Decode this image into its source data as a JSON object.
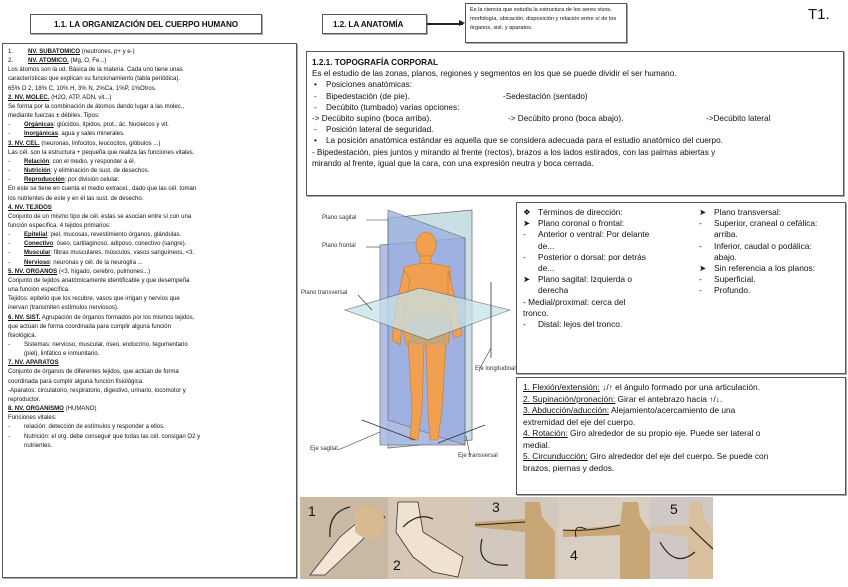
{
  "page_label": "T1.",
  "section_11": {
    "title": "1.1. LA ORGANIZACIÓN DEL CUERPO HUMANO",
    "lines": [
      {
        "type": "num",
        "num": "1.",
        "head": "NV. SUBATÓMICO",
        "rest": " (neutrones, p+ y e-)"
      },
      {
        "type": "num",
        "num": "2.",
        "head": "NV. ATÓMICO.",
        "rest": " (Mg, O, Fe...)"
      },
      {
        "type": "text",
        "text": "Los átomos son la ud. Básica de la materia. Cada uno tiene unas"
      },
      {
        "type": "text",
        "text": "características que explican su funcionamiento (tabla periódica)."
      },
      {
        "type": "text",
        "text": "65% O 2, 18% C, 10% H, 3% N, 2%Ca, 1%P, 1%Otros."
      },
      {
        "type": "head",
        "head": "2. NV. MOLEC.",
        "rest": " (H2O, ATP, ADN, vit...)"
      },
      {
        "type": "text",
        "text": "Se forma por la combinación de átomos dando lugar a las molec.,"
      },
      {
        "type": "text",
        "text": "mediante fuerzas ± débiles. Tipos:"
      },
      {
        "type": "dash",
        "head": "Orgánicas",
        "rest": ": glúcidos, lípidos, prot., ác. Nucleicos y vit."
      },
      {
        "type": "dash",
        "head": "Inorgánicas",
        "rest": ": agua y sales minerales."
      },
      {
        "type": "head",
        "head": "3. NV. CEL.",
        "rest": " (neuronas, linfocitos, leucocitos, glóbulos ...)"
      },
      {
        "type": "text",
        "text": "Las cél. son la estructura + pequeña que realiza las funciones vitales."
      },
      {
        "type": "dash",
        "head": "Relación",
        "rest": ": con el medio, y responder a él."
      },
      {
        "type": "dash",
        "head": "Nutrición",
        "rest": ": y eliminación de sust. de desechos."
      },
      {
        "type": "dash",
        "head": "Reproducción",
        "rest": ": por división celular."
      },
      {
        "type": "text",
        "text": "En este se tiene en cuenta el medio extracel., dado que las cél. toman"
      },
      {
        "type": "text",
        "text": "los nutrientes de este y en él las sust. de desecho."
      },
      {
        "type": "head",
        "head": "4. NV. TEJIDOS",
        "rest": ""
      },
      {
        "type": "text",
        "text": "Conjunto de un mismo tipo de cél. estas se asocian entre sí con una"
      },
      {
        "type": "text",
        "text": "función específica. 4 tejidos primarios:"
      },
      {
        "type": "dash",
        "head": "Epitelial",
        "rest": ": piel, mucosas, revestimiento órganos, glándulas."
      },
      {
        "type": "dash",
        "head": "Conectivo",
        "rest": ": óseo, cartilaginoso, adiposo, conectivo (sangre)."
      },
      {
        "type": "dash",
        "head": "Muscular",
        "rest": ": fibras musculares, músculos, vasos sanguíneos, <3."
      },
      {
        "type": "dash",
        "head": "Nervioso",
        "rest": ": neuronas y cél. de la neuroglía ..."
      },
      {
        "type": "head",
        "head": "5. NV. ÓRGANOS",
        "rest": " (<3, hígado, cerebro, pulmones...)"
      },
      {
        "type": "text",
        "text": "Conjunto de tejidos anatómicamente identificable y que desempeña"
      },
      {
        "type": "text",
        "text": "una función específica."
      },
      {
        "type": "text",
        "text": "Tejidos: epitelio que los recubre, vasos que irrigan y nervios que"
      },
      {
        "type": "text",
        "text": "inervan (transmiten estímulos nerviosos)."
      },
      {
        "type": "head",
        "head": "6. NV. SIST.",
        "rest": " Agrupación de órganos formados por los mismos tejidos,"
      },
      {
        "type": "text",
        "text": "que actúan de forma coordinada para cumplir alguna función"
      },
      {
        "type": "text",
        "text": "fisiológica."
      },
      {
        "type": "dashplain",
        "text": "Sistemas: nervioso, muscular, óseo, endocrino, tegumentario"
      },
      {
        "type": "cont",
        "text": "(piel), linfático e inmunitario."
      },
      {
        "type": "head",
        "head": "7. NV. APARATOS",
        "rest": ""
      },
      {
        "type": "text",
        "text": "Conjunto de órganos de diferentes tejidos, que actúan de forma"
      },
      {
        "type": "text",
        "text": "coordinada para cumplir alguna función fisiológica."
      },
      {
        "type": "text",
        "text": "-Aparatos: circulatorio, respiratorio, digestivo, urinario, locomotor y"
      },
      {
        "type": "text",
        "text": "reproductor."
      },
      {
        "type": "head",
        "head": "8. NV. ORGANISMO",
        "rest": " (HUMANO)"
      },
      {
        "type": "text",
        "text": "Funciones vitales:"
      },
      {
        "type": "dashplain",
        "text": "relación: detección de estímulos y responder a ellos."
      },
      {
        "type": "dashplain",
        "text": "Nutrición: el org. debe conseguir que todas las cél. consigan O2 y"
      },
      {
        "type": "cont",
        "text": "nutrientes."
      }
    ]
  },
  "section_12": {
    "title": "1.2. LA ANATOMÍA",
    "definition": "Es la ciencia que estudia la estructura de los seres vivos, morfología, ubicación, disposición y relación entre sí de los órganos, sist. y aparatos."
  },
  "topography": {
    "title": "1.2.1. TOPOGRAFÍA CORPORAL",
    "intro": "Es el estudio de las zonas, planos, regiones y segmentos en los que se puede dividir el ser humano.",
    "bullet1": "Posiciones anatómicas:",
    "bipedestacion": "Bipedestación (de pie).",
    "sedestacion": "-Sedestación (sentado)",
    "decubito": "Decúbito (tumbado) varias opciones:",
    "supino": "-> Decúbito supino (boca arriba).",
    "prono": "-> Decúbito prono (boca abajo).",
    "lateral": "->Decúbito lateral",
    "seguridad": "Posición lateral de seguridad.",
    "bullet2": "La posición anatómica estándar es aquella que se considera adecuada para el estudio anatómico del cuerpo.",
    "desc1": "- Bipedestación, pies juntos y mirando al frente (rectos), brazos a los lados estirados, con las palmas abiertas y",
    "desc2": "mirando al frente, igual que la cara, con una expresión neutra y boca cerrada."
  },
  "figure": {
    "labels": {
      "plano_sagital": "Plano sagital",
      "plano_frontal": "Plano frontal",
      "plano_transversal": "Plano transversal",
      "eje_longitudinal": "Eje longitudinal",
      "eje_sagital": "Eje sagital",
      "eje_transversal": "Eje transversal"
    }
  },
  "directions": {
    "left": [
      {
        "mk": "❖",
        "text": "Términos de dirección:"
      },
      {
        "mk": "➤",
        "text": "Plano coronal o frontal:"
      },
      {
        "mk": "-",
        "text": "Anterior o ventral: Por delante"
      },
      {
        "mk": "",
        "text": "de..."
      },
      {
        "mk": "-",
        "text": "Posterior o dorsal: por detrás"
      },
      {
        "mk": "",
        "text": "de..."
      },
      {
        "mk": "➤",
        "text": "Plano sagital: Izquierda o"
      },
      {
        "mk": "",
        "text": "derecha"
      },
      {
        "mk": "none",
        "text": "- Medial/proximal: cerca del"
      },
      {
        "mk": "none",
        "text": "tronco."
      },
      {
        "mk": "-",
        "text": "Distal: lejos del tronco."
      }
    ],
    "right": [
      {
        "mk": "➤",
        "text": "Plano transversal:"
      },
      {
        "mk": "-",
        "text": "Superior, craneal o cefálica:"
      },
      {
        "mk": "",
        "text": "arriba."
      },
      {
        "mk": "-",
        "text": "Inferior, caudal o podálica:"
      },
      {
        "mk": "",
        "text": "abajo."
      },
      {
        "mk": "➤",
        "text": "Sin referencia a los planos:"
      },
      {
        "mk": "-",
        "text": "Superficial."
      },
      {
        "mk": "-",
        "text": "Profundo."
      }
    ]
  },
  "movements": [
    {
      "head": "1. Flexión/extensión:",
      "rest": " ↓/↑ el ángulo formado por una articulación."
    },
    {
      "head": "2. Supinación/pronación:",
      "rest": " Girar el antebrazo hacia ↑/↓."
    },
    {
      "head": "3. Abducción/aducción:",
      "rest": " Alejamiento/acercamiento de una"
    },
    {
      "head": "",
      "rest": "extremidad del eje del cuerpo."
    },
    {
      "head": "4. Rotación:",
      "rest": " Giro alrededor de su propio eje. Puede ser lateral o"
    },
    {
      "head": "",
      "rest": "medial."
    },
    {
      "head": "5. Circunducción:",
      "rest": " Giro alrededor del eje del cuerpo. Se puede con"
    },
    {
      "head": "",
      "rest": "brazos, piernas y dedos."
    }
  ],
  "photos": [
    {
      "num": "1",
      "bg": "#c9b9a3"
    },
    {
      "num": "2",
      "bg": "#d6c8b4"
    },
    {
      "num": "3",
      "bg": "#d2c8bd"
    },
    {
      "num": "4",
      "bg": "#d8cfc2"
    },
    {
      "num": "5",
      "bg": "#cfc8c4"
    }
  ],
  "colors": {
    "skin": "#f0a050",
    "plane_blue": "#8fa6dc",
    "plane_light": "#c3dde3",
    "border": "#555555"
  }
}
